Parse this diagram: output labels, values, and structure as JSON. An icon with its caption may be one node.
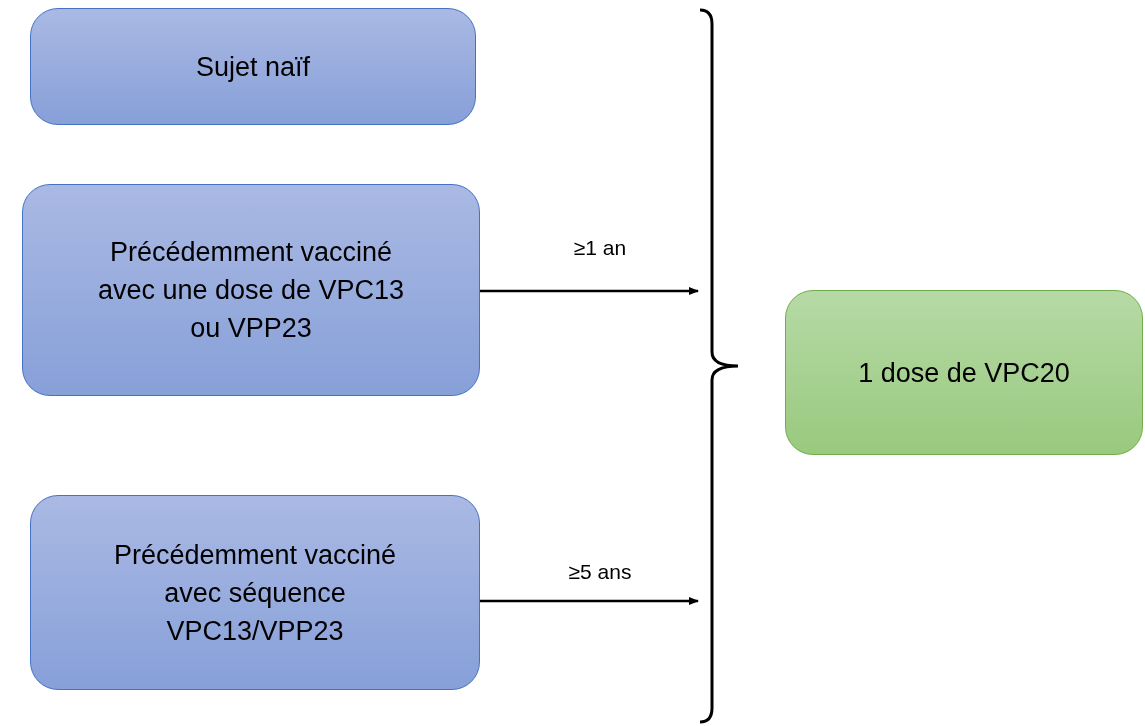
{
  "diagram": {
    "nodes": [
      {
        "text": [
          "Sujet naïf"
        ]
      },
      {
        "text": [
          "Précédemment vacciné avec une dose de VPC13 ou VPP23"
        ]
      },
      {
        "text": [
          "Précédemment vacciné avec séquence VPC13/VPP23"
        ]
      },
      {
        "text": [],
        "shape": "bracket"
      },
      {
        "text": [
          "1 dose de VPC20"
        ]
      }
    ],
    "edges": [
      {
        "from": 1,
        "to": 3,
        "arrow": "to",
        "label": "≥1 an"
      },
      {
        "from": 2,
        "to": 3,
        "arrow": "to",
        "label": "≥5 ans"
      }
    ]
  }
}
